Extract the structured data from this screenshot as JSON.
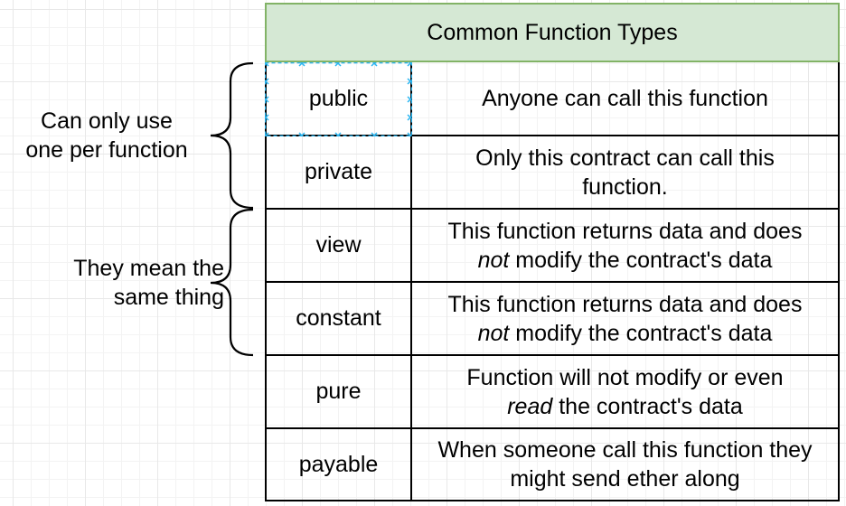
{
  "table": {
    "title": "Common Function Types",
    "rows": [
      {
        "type": "public",
        "desc_parts": [
          {
            "text": "Anyone can call this function"
          }
        ]
      },
      {
        "type": "private",
        "desc_parts": [
          {
            "text": "Only this contract can call this function."
          }
        ]
      },
      {
        "type": "view",
        "desc_parts": [
          {
            "text": "This function returns data and does "
          },
          {
            "text": "not",
            "italic": true
          },
          {
            "text": " modify the contract's data"
          }
        ]
      },
      {
        "type": "constant",
        "desc_parts": [
          {
            "text": "This function returns data and does "
          },
          {
            "text": "not",
            "italic": true
          },
          {
            "text": " modify the contract's data"
          }
        ]
      },
      {
        "type": "pure",
        "desc_parts": [
          {
            "text": "Function will not modify or even "
          },
          {
            "text": "read",
            "italic": true
          },
          {
            "text": " the contract's data"
          }
        ]
      },
      {
        "type": "payable",
        "desc_parts": [
          {
            "text": "When someone call this function they might send ether along"
          }
        ]
      }
    ]
  },
  "annotations": {
    "top_label": {
      "line1": "Can only use",
      "line2": "one per function"
    },
    "bottom_label": {
      "line1": "They mean the",
      "line2": "same thing"
    }
  },
  "colors": {
    "header_fill": "#d5e8d4",
    "header_stroke": "#82b366",
    "selection_handle": "#29b6f2"
  }
}
